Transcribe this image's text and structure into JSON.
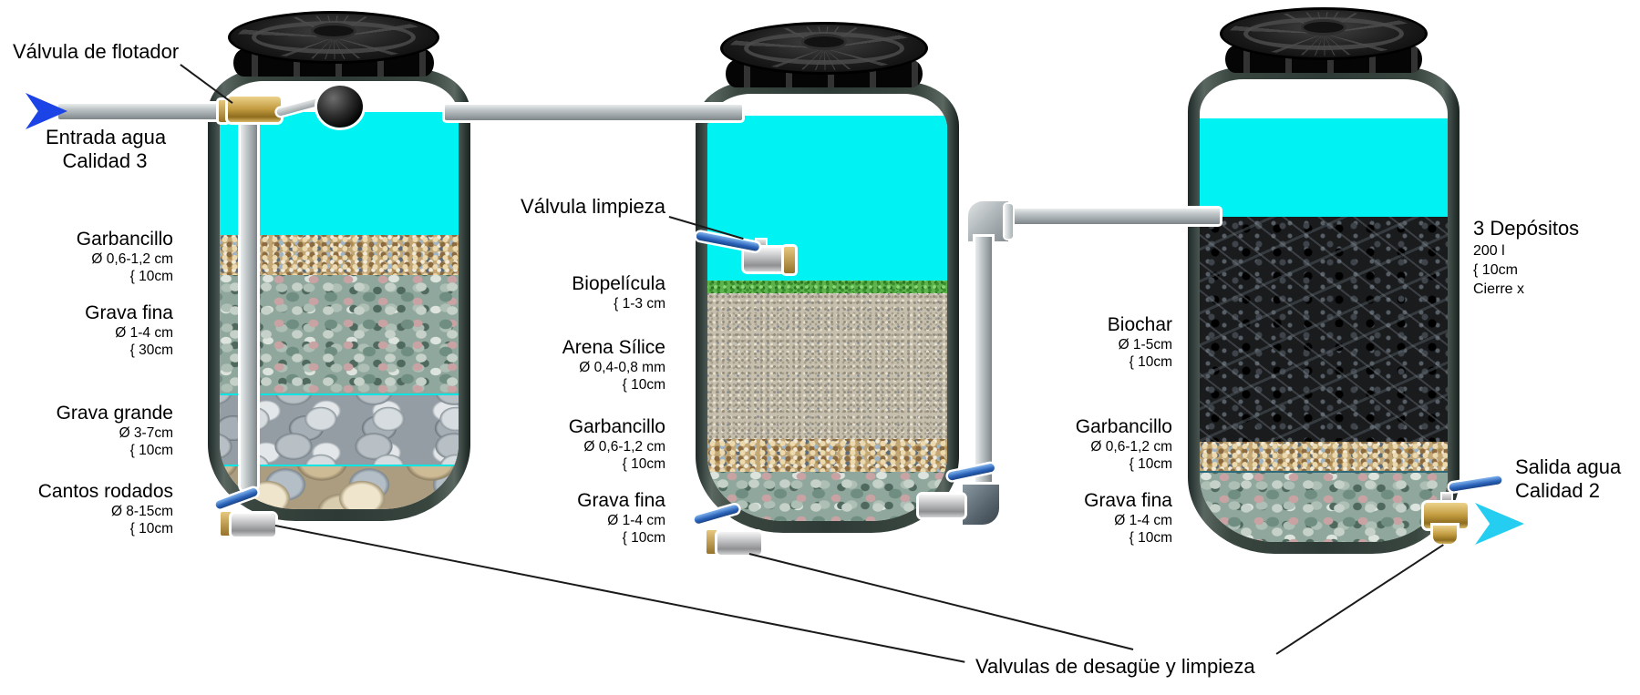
{
  "inlet": {
    "valve_label": "Válvula de flotador",
    "water_label_line1": "Entrada agua",
    "water_label_line2": "Calidad 3"
  },
  "outlet": {
    "water_label_line1": "Salida agua",
    "water_label_line2": "Calidad 2"
  },
  "cleaning_valve_label": "Válvula limpieza",
  "drain_valves_label": "Valvulas de  desagüe y limpieza",
  "deposits_note": {
    "line1": "3 Depósitos",
    "line2": "200 l",
    "line3": "{ 10cm",
    "line4": "Cierre x"
  },
  "tanks": [
    {
      "name": "tank-1",
      "layers": [
        {
          "name": "Garbancillo",
          "size": "Ø 0,6-1,2 cm",
          "depth": "{ 10cm"
        },
        {
          "name": "Grava fina",
          "size": "Ø 1-4 cm",
          "depth": "{ 30cm"
        },
        {
          "name": "Grava grande",
          "size": "Ø 3-7cm",
          "depth": "{ 10cm"
        },
        {
          "name": "Cantos rodados",
          "size": "Ø 8-15cm",
          "depth": "{ 10cm"
        }
      ]
    },
    {
      "name": "tank-2",
      "layers": [
        {
          "name": "Biopelícula",
          "size": "",
          "depth": "{ 1-3 cm"
        },
        {
          "name": "Arena Sílice",
          "size": "Ø 0,4-0,8 mm",
          "depth": "{ 10cm"
        },
        {
          "name": "Garbancillo",
          "size": "Ø 0,6-1,2 cm",
          "depth": "{ 10cm"
        },
        {
          "name": "Grava fina",
          "size": "Ø 1-4 cm",
          "depth": "{ 10cm"
        }
      ]
    },
    {
      "name": "tank-3",
      "layers": [
        {
          "name": "Biochar",
          "size": "Ø 1-5cm",
          "depth": "{ 10cm"
        },
        {
          "name": "Garbancillo",
          "size": "Ø 0,6-1,2 cm",
          "depth": "{ 10cm"
        },
        {
          "name": "Grava fina",
          "size": "Ø 1-4 cm",
          "depth": "{ 10cm"
        }
      ]
    }
  ],
  "colors": {
    "water": "#00f2f2",
    "inlet_arrow": "#1c43e6",
    "outlet_arrow": "#25cdf0",
    "tank_wall": "#2e3a36",
    "pipe": "#aeb5b8",
    "valve_handle": "#2a62b8",
    "brass": "#c19a3e"
  }
}
